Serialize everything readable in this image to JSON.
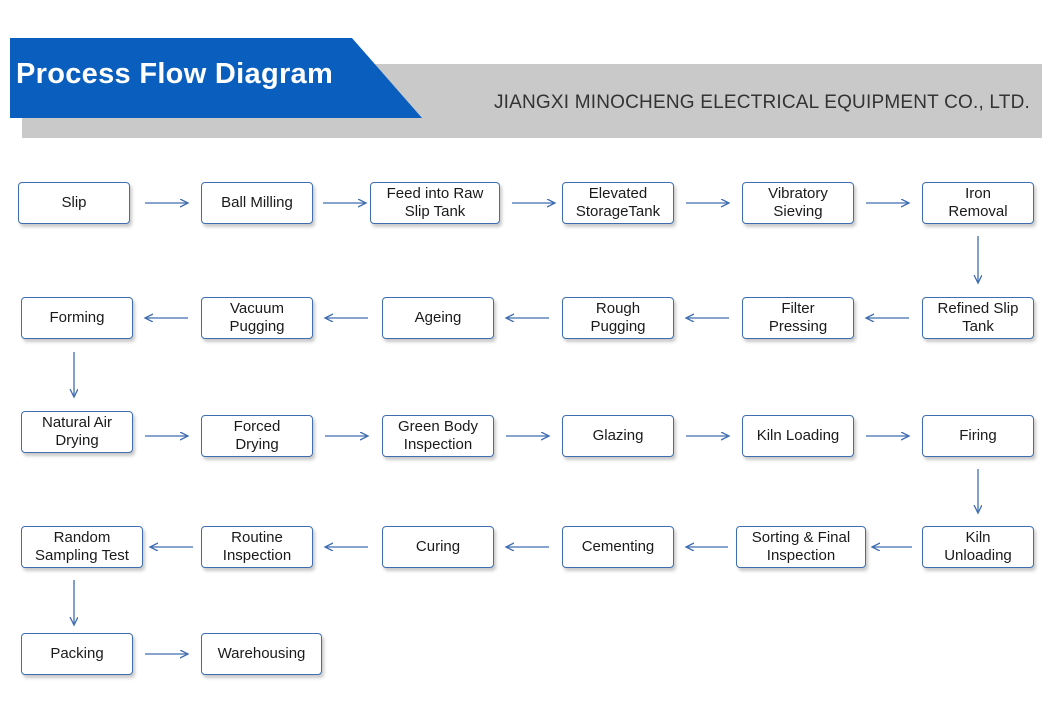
{
  "header": {
    "title": "Process Flow Diagram",
    "company": "JIANGXI MINOCHENG ELECTRICAL EQUIPMENT CO., LTD."
  },
  "flow": {
    "steps": [
      "Slip",
      "Ball Milling",
      "Feed into Raw\nSlip Tank",
      "Elevated\nStorageTank",
      "Vibratory\nSieving",
      "Iron\nRemoval",
      "Refined Slip\nTank",
      "Filter\nPressing",
      "Rough\nPugging",
      "Ageing",
      "Vacuum\nPugging",
      "Forming",
      "Natural Air\nDrying",
      "Forced\nDrying",
      "Green Body\nInspection",
      "Glazing",
      "Kiln Loading",
      "Firing",
      "Kiln\nUnloading",
      "Sorting & Final\nInspection",
      "Cementing",
      "Curing",
      "Routine\nInspection",
      "Random\nSampling Test",
      "Packing",
      "Warehousing"
    ],
    "colors": {
      "box_border": "#3f6db0",
      "arrow": "#3f6db0",
      "banner": "#0a5fbe",
      "band": "#c9c9c9"
    }
  }
}
